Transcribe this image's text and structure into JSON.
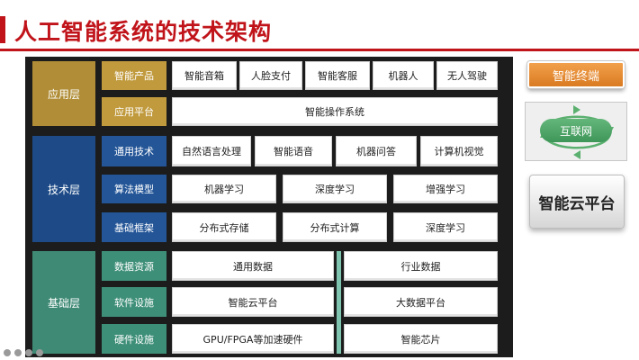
{
  "title": "人工智能系统的技术架构",
  "layers": [
    {
      "id": "app",
      "label": "应用层"
    },
    {
      "id": "tech",
      "label": "技术层"
    },
    {
      "id": "base",
      "label": "基础层"
    }
  ],
  "rows": [
    {
      "category": "智能产品",
      "items": [
        "智能音箱",
        "人脸支付",
        "智能客服",
        "机器人",
        "无人驾驶"
      ]
    },
    {
      "category": "应用平台",
      "items": [
        "智能操作系统"
      ]
    },
    {
      "category": "通用技术",
      "items": [
        "自然语言处理",
        "智能语音",
        "机器问答",
        "计算机视觉"
      ]
    },
    {
      "category": "算法模型",
      "items": [
        "机器学习",
        "深度学习",
        "增强学习"
      ]
    },
    {
      "category": "基础框架",
      "items": [
        "分布式存储",
        "分布式计算",
        "深度学习"
      ]
    },
    {
      "category": "数据资源",
      "items": [
        "通用数据",
        "行业数据"
      ]
    },
    {
      "category": "软件设施",
      "items": [
        "智能云平台",
        "大数据平台"
      ]
    },
    {
      "category": "硬件设施",
      "items": [
        "GPU/FPGA等加速硬件",
        "智能芯片"
      ]
    }
  ],
  "side": {
    "terminal": "智能终端",
    "internet": "互联网",
    "cloud": "智能云平台"
  },
  "colors": {
    "title": "#c0141a",
    "app_layer": "#b08d36",
    "tech_layer": "#1e4b87",
    "base_layer": "#3f8a75",
    "terminal": "#e48a30",
    "internet": "#4fa866"
  }
}
